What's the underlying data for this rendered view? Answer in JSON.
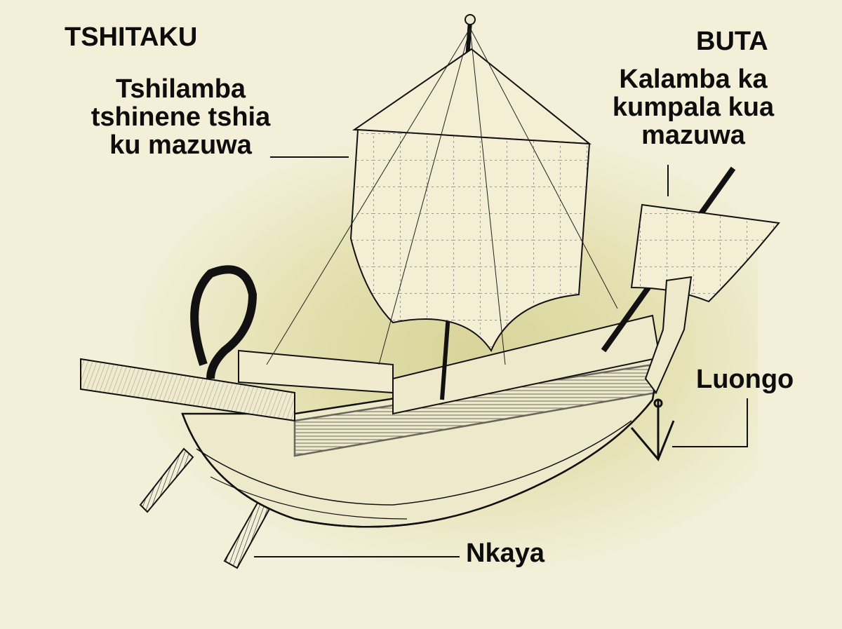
{
  "diagram": {
    "subject": "ancient sailing ship (cutaway illustration)",
    "colors": {
      "background": "#f3efd8",
      "highlight": "#d8d49a",
      "ink": "#0d0d0d"
    },
    "sections": {
      "stern": {
        "title": "TSHITAKU"
      },
      "bow": {
        "title": "BUTA"
      }
    },
    "labels": {
      "mainsail": {
        "line1": "Tshilamba",
        "line2": "tshinene tshia",
        "line3": "ku mazuwa"
      },
      "foresail": {
        "line1": "Kalamba ka",
        "line2": "kumpala kua",
        "line3": "mazuwa"
      },
      "anchor": {
        "text": "Luongo"
      },
      "oar": {
        "text": "Nkaya"
      }
    }
  }
}
